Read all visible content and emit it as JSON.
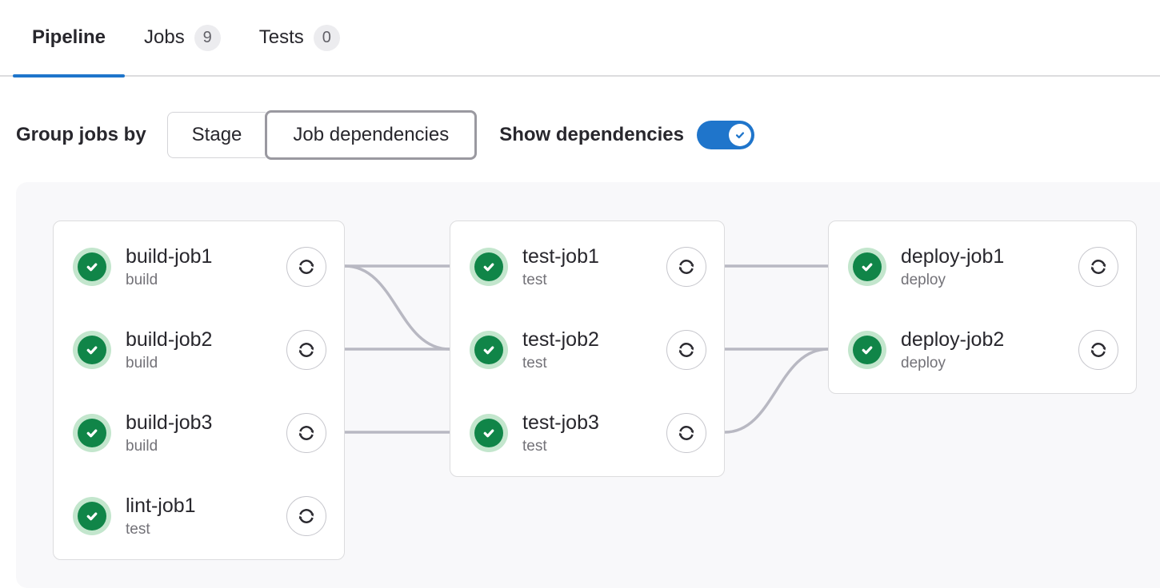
{
  "tabs": [
    {
      "label": "Pipeline",
      "badge": null,
      "active": true
    },
    {
      "label": "Jobs",
      "badge": "9",
      "active": false
    },
    {
      "label": "Tests",
      "badge": "0",
      "active": false
    }
  ],
  "controls": {
    "group_label": "Group jobs by",
    "segments": [
      {
        "label": "Stage",
        "selected": false
      },
      {
        "label": "Job dependencies",
        "selected": true
      }
    ],
    "show_dependencies_label": "Show dependencies",
    "show_dependencies_on": true
  },
  "pipeline": {
    "columns": [
      {
        "jobs": [
          {
            "name": "build-job1",
            "stage": "build",
            "status": "success"
          },
          {
            "name": "build-job2",
            "stage": "build",
            "status": "success"
          },
          {
            "name": "build-job3",
            "stage": "build",
            "status": "success"
          },
          {
            "name": "lint-job1",
            "stage": "test",
            "status": "success"
          }
        ]
      },
      {
        "jobs": [
          {
            "name": "test-job1",
            "stage": "test",
            "status": "success"
          },
          {
            "name": "test-job2",
            "stage": "test",
            "status": "success"
          },
          {
            "name": "test-job3",
            "stage": "test",
            "status": "success"
          }
        ]
      },
      {
        "jobs": [
          {
            "name": "deploy-job1",
            "stage": "deploy",
            "status": "success"
          },
          {
            "name": "deploy-job2",
            "stage": "deploy",
            "status": "success"
          }
        ]
      }
    ],
    "links": [
      {
        "from": "build-job1",
        "to": "test-job1"
      },
      {
        "from": "build-job1",
        "to": "test-job2"
      },
      {
        "from": "build-job2",
        "to": "test-job2"
      },
      {
        "from": "build-job3",
        "to": "test-job3"
      },
      {
        "from": "test-job1",
        "to": "deploy-job1"
      },
      {
        "from": "test-job2",
        "to": "deploy-job2"
      },
      {
        "from": "test-job3",
        "to": "deploy-job2"
      }
    ]
  },
  "icons": {
    "status_success": "check-circle",
    "retry": "circular-arrows",
    "toggle_check": "checkmark"
  },
  "colors": {
    "accent_blue": "#1f75cb",
    "success_green": "#108548",
    "success_green_light": "#c3e6cd",
    "link_gray": "#b8b8c2",
    "badge_bg": "#ececef"
  }
}
